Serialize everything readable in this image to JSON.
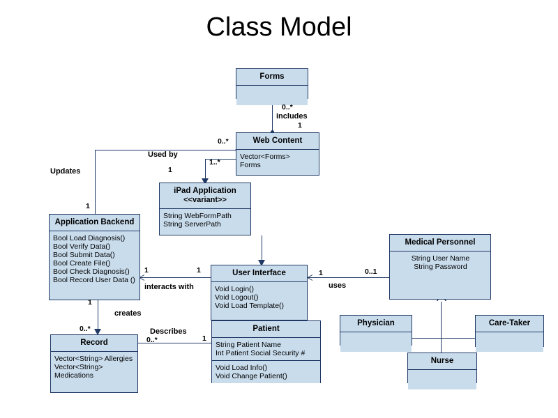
{
  "page": {
    "title": "Class Model",
    "accent_fill": "#c9dcec",
    "accent_border": "#1f3864",
    "background": "#ffffff"
  },
  "classes": {
    "forms": {
      "name": "Forms",
      "attributes": [],
      "operations": []
    },
    "web_content": {
      "name": "Web Content",
      "attributes": [
        "Vector<Forms>",
        "Forms"
      ],
      "operations": []
    },
    "ipad_application": {
      "name": "iPad Application",
      "stereotype": "<<variant>>",
      "attributes": [
        "String WebFormPath",
        "String ServerPath"
      ],
      "operations": []
    },
    "application_backend": {
      "name": "Application Backend",
      "operations": [
        "Bool Load Diagnosis()",
        "Bool Verify Data()",
        "Bool Submit Data()",
        "Bool Create File()",
        "Bool Check Diagnosis()",
        "Bool Record User Data ()"
      ]
    },
    "user_interface": {
      "name": "User Interface",
      "operations": [
        "Void Login()",
        "Void Logout()",
        "Void Load Template()"
      ]
    },
    "medical_personnel": {
      "name": "Medical Personnel",
      "attributes": [
        "String User Name",
        "String Password"
      ]
    },
    "patient": {
      "name": "Patient",
      "attributes": [
        "String Patient Name",
        "Int Patient Social Security #"
      ],
      "operations": [
        "Void Load Info()",
        "Void Change Patient()"
      ]
    },
    "record": {
      "name": "Record",
      "attributes": [
        "Vector<String> Allergies",
        "Vector<String> Medications"
      ]
    },
    "physician": {
      "name": "Physician",
      "attributes": []
    },
    "nurse": {
      "name": "Nurse",
      "attributes": []
    },
    "care_taker": {
      "name": "Care-Taker",
      "attributes": []
    }
  },
  "relationships": {
    "includes": {
      "label": "includes",
      "source_mult": "0..*",
      "target_mult": "1"
    },
    "used_by": {
      "label": "Used by",
      "source_mult": "1",
      "target_mult": "1..*"
    },
    "updates": {
      "label": "Updates",
      "source_mult": "1",
      "target_mult": "0..*"
    },
    "interacts_with": {
      "label": "interacts with",
      "source_mult": "1",
      "target_mult": "1"
    },
    "creates": {
      "label": "creates",
      "source_mult": "1",
      "target_mult": "0..*"
    },
    "describes": {
      "label": "Describes",
      "source_mult": "0..*",
      "target_mult": "1"
    },
    "uses": {
      "label": "uses",
      "source_mult": "1",
      "target_mult": "0..1"
    }
  }
}
